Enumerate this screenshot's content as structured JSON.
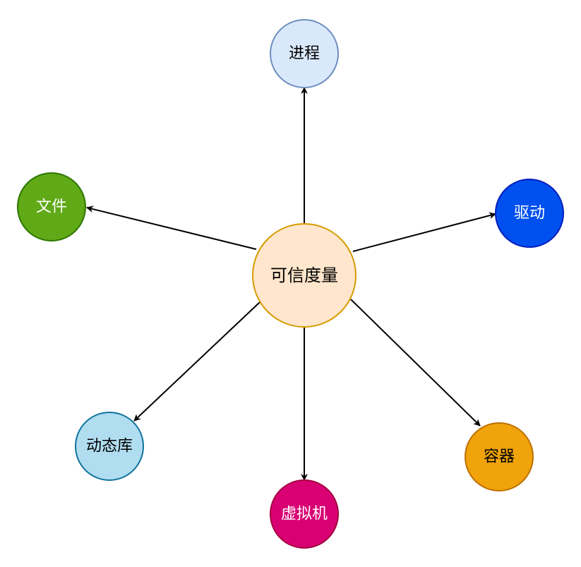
{
  "center": {
    "label": "可信度量",
    "fill": "#ffe6cc",
    "stroke": "#d79b00",
    "text_color": "#000000"
  },
  "nodes": [
    {
      "id": "process",
      "label": "进程",
      "fill": "#dae8fc",
      "stroke": "#6c8ebf",
      "text_color": "#000000"
    },
    {
      "id": "file",
      "label": "文件",
      "fill": "#60a917",
      "stroke": "#2d7600",
      "text_color": "#ffffff"
    },
    {
      "id": "driver",
      "label": "驱动",
      "fill": "#0050ef",
      "stroke": "#001dbc",
      "text_color": "#ffffff"
    },
    {
      "id": "dynlib",
      "label": "动态库",
      "fill": "#b1ddf0",
      "stroke": "#10739e",
      "text_color": "#000000"
    },
    {
      "id": "vm",
      "label": "虚拟机",
      "fill": "#d80073",
      "stroke": "#a50040",
      "text_color": "#ffffff"
    },
    {
      "id": "container",
      "label": "容器",
      "fill": "#f0a30a",
      "stroke": "#bd7000",
      "text_color": "#000000"
    }
  ]
}
